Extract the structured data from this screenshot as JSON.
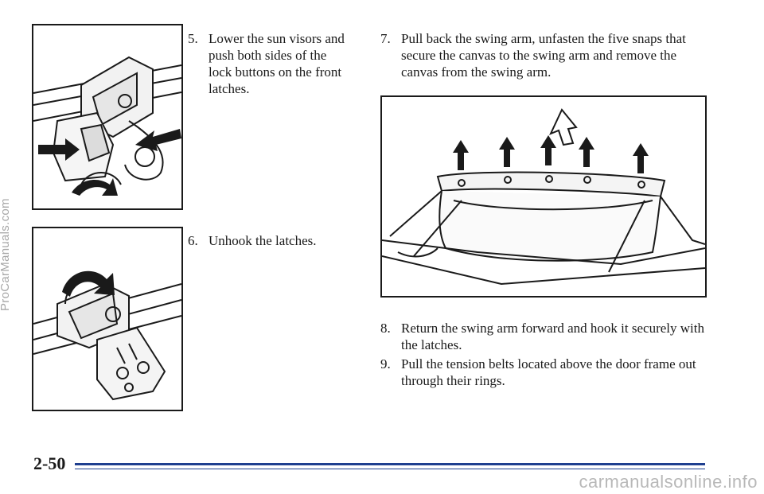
{
  "steps": [
    {
      "number": "5.",
      "text": "Lower the sun visors and push both sides of the lock buttons on the front latches."
    },
    {
      "number": "6.",
      "text": "Unhook the latches."
    },
    {
      "number": "7.",
      "text": "Pull back the swing arm, unfasten the five snaps that secure the canvas to the swing arm and remove the canvas from the swing arm."
    },
    {
      "number": "8.",
      "text": "Return the swing arm forward and hook it securely with the latches."
    },
    {
      "number": "9.",
      "text": "Pull the tension belts located above the door frame out through their rings."
    }
  ],
  "page_number": "2-50",
  "watermarks": {
    "side": "ProCarManuals.com",
    "bottom": "carmanualsonline.info"
  },
  "colors": {
    "rule": "#1f3f8f",
    "ink": "#1a1a1a"
  }
}
